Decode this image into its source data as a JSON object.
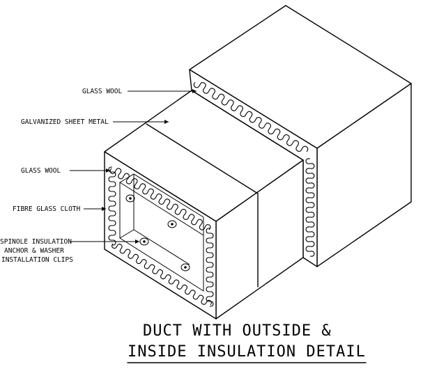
{
  "labels": {
    "glass_wool_top": "GLASS WOOL",
    "galvanized_sheet_metal": "GALVANIZED SHEET METAL",
    "glass_wool_mid": "GLASS WOOL",
    "fibre_glass_cloth": "FIBRE GLASS CLOTH",
    "spinole_line1": "SPINOLE INSULATION",
    "spinole_line2": "ANCHOR & WASHER",
    "spinole_line3": "INSTALLATION CLIPS"
  },
  "title": {
    "line1": "DUCT WITH OUTSIDE &",
    "line2": "INSIDE INSULATION DETAIL"
  }
}
